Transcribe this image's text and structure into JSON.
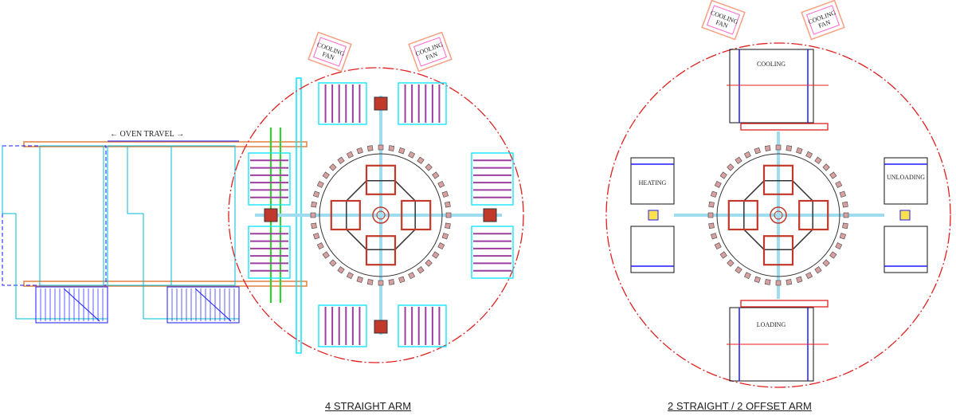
{
  "left_drawing": {
    "caption": "4 STRAIGHT ARM",
    "oven_travel": "OVEN TRAVEL",
    "fans": [
      {
        "line1": "COOLING",
        "line2": "FAN"
      },
      {
        "line1": "COOLING",
        "line2": "FAN"
      }
    ]
  },
  "right_drawing": {
    "caption": "2 STRAIGHT / 2 OFFSET ARM",
    "fans": [
      {
        "line1": "COOLING",
        "line2": "FAN"
      },
      {
        "line1": "COOLING",
        "line2": "FAN"
      }
    ],
    "stations": {
      "top": "COOLING",
      "left": "HEATING",
      "right": "UNLOADING",
      "bottom": "LOADING"
    }
  },
  "colors": {
    "boundary": "#e02020",
    "frame": "#00e5ff",
    "mold": "#9b3fa0",
    "ring": "#c0392b",
    "blue": "#1a1aff",
    "green": "#22dd22"
  }
}
